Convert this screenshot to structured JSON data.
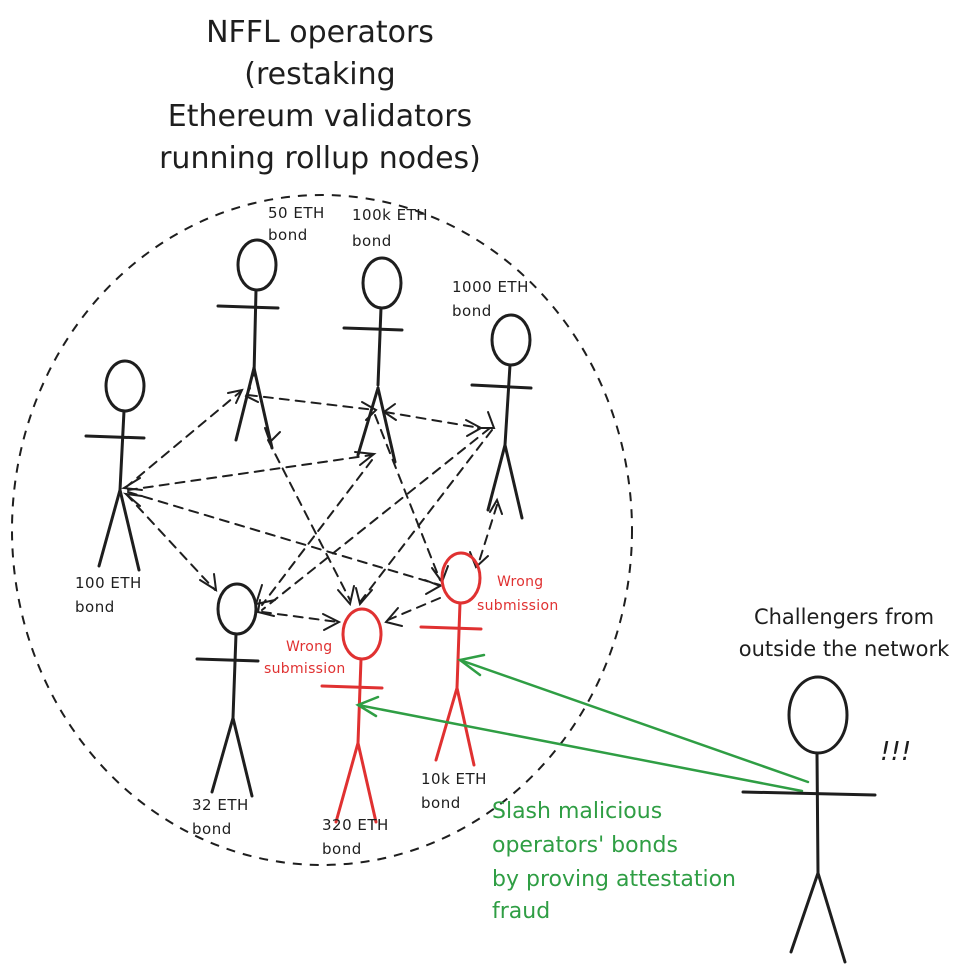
{
  "title": {
    "lines": [
      "NFFL operators",
      "(restaking",
      "Ethereum validators",
      "running rollup nodes)"
    ]
  },
  "operators": [
    {
      "id": "op-50",
      "bond_lines": [
        "50 ETH",
        "bond"
      ],
      "status": "honest"
    },
    {
      "id": "op-100k",
      "bond_lines": [
        "100k ETH",
        "bond"
      ],
      "status": "honest"
    },
    {
      "id": "op-1000",
      "bond_lines": [
        "1000 ETH",
        "bond"
      ],
      "status": "honest"
    },
    {
      "id": "op-100",
      "bond_lines": [
        "100 ETH",
        "bond"
      ],
      "status": "honest"
    },
    {
      "id": "op-32",
      "bond_lines": [
        "32 ETH",
        "bond"
      ],
      "status": "honest"
    },
    {
      "id": "op-320",
      "bond_lines": [
        "320 ETH",
        "bond"
      ],
      "status": "malicious",
      "note_lines": [
        "Wrong",
        "submission"
      ]
    },
    {
      "id": "op-10k",
      "bond_lines": [
        "10k ETH",
        "bond"
      ],
      "status": "malicious",
      "note_lines": [
        "Wrong",
        "submission"
      ]
    }
  ],
  "challenger": {
    "label_lines": [
      "Challengers from",
      "outside the network"
    ],
    "exclamation": "!!!"
  },
  "slash_note": {
    "lines": [
      "Slash malicious",
      "operators' bonds",
      "by proving attestation",
      "fraud"
    ]
  },
  "colors": {
    "ink": "#1e1e1e",
    "malicious": "#e03131",
    "challenge": "#2f9e44"
  }
}
